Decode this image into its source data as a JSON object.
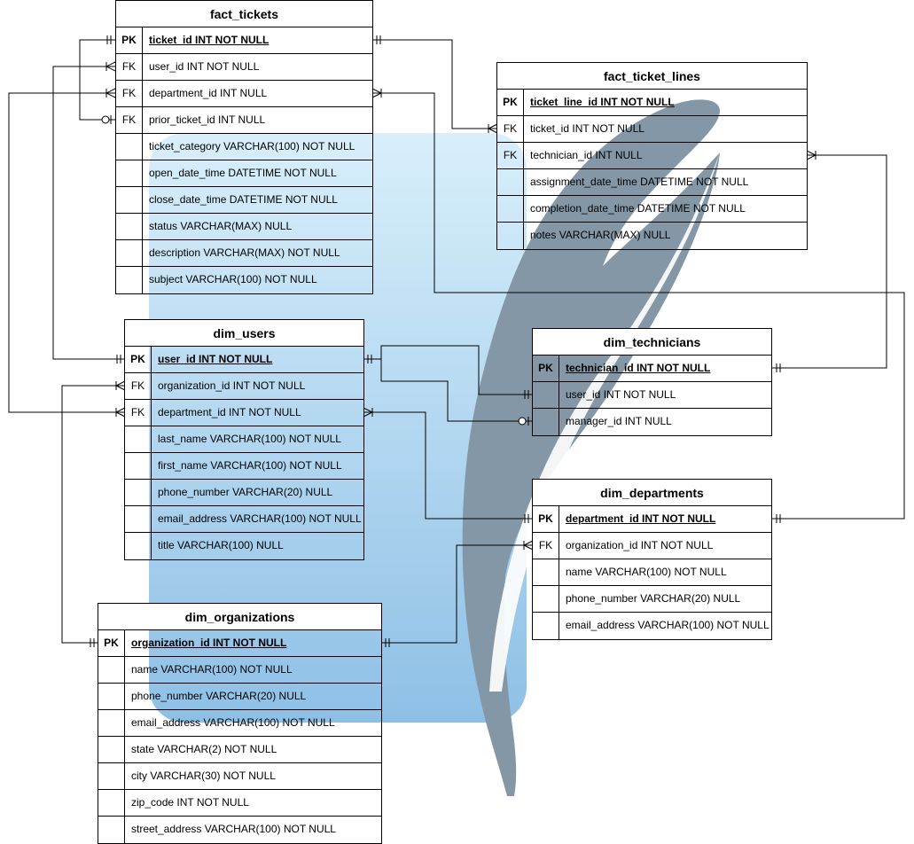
{
  "tables": {
    "fact_tickets": {
      "name": "fact_tickets",
      "rows": [
        {
          "key": "PK",
          "field": "ticket_id INT NOT NULL"
        },
        {
          "key": "FK",
          "field": "user_id INT NOT NULL"
        },
        {
          "key": "FK",
          "field": "department_id INT NULL"
        },
        {
          "key": "FK",
          "field": "prior_ticket_id INT NULL"
        },
        {
          "key": "",
          "field": "ticket_category VARCHAR(100) NOT NULL"
        },
        {
          "key": "",
          "field": "open_date_time DATETIME NOT NULL"
        },
        {
          "key": "",
          "field": "close_date_time DATETIME NOT NULL"
        },
        {
          "key": "",
          "field": "status VARCHAR(MAX) NULL"
        },
        {
          "key": "",
          "field": "description VARCHAR(MAX) NOT NULL"
        },
        {
          "key": "",
          "field": "subject VARCHAR(100) NOT NULL"
        }
      ]
    },
    "fact_ticket_lines": {
      "name": "fact_ticket_lines",
      "rows": [
        {
          "key": "PK",
          "field": "ticket_line_id INT NOT NULL"
        },
        {
          "key": "FK",
          "field": "ticket_id INT NOT NULL"
        },
        {
          "key": "FK",
          "field": "technician_id INT NULL"
        },
        {
          "key": "",
          "field": "assignment_date_time DATETIME NOT NULL"
        },
        {
          "key": "",
          "field": "completion_date_time DATETIME NOT NULL"
        },
        {
          "key": "",
          "field": "notes VARCHAR(MAX) NULL"
        }
      ]
    },
    "dim_users": {
      "name": "dim_users",
      "rows": [
        {
          "key": "PK",
          "field": "user_id INT NOT NULL"
        },
        {
          "key": "FK",
          "field": "organization_id INT NOT NULL"
        },
        {
          "key": "FK",
          "field": "department_id INT NOT NULL"
        },
        {
          "key": "",
          "field": "last_name VARCHAR(100) NOT NULL"
        },
        {
          "key": "",
          "field": "first_name VARCHAR(100) NOT NULL"
        },
        {
          "key": "",
          "field": "phone_number VARCHAR(20) NULL"
        },
        {
          "key": "",
          "field": "email_address VARCHAR(100) NOT NULL"
        },
        {
          "key": "",
          "field": "title VARCHAR(100) NULL"
        }
      ]
    },
    "dim_technicians": {
      "name": "dim_technicians",
      "rows": [
        {
          "key": "PK",
          "field": "technician_id INT NOT NULL"
        },
        {
          "key": "",
          "field": "user_id INT NOT NULL"
        },
        {
          "key": "",
          "field": "manager_id INT NULL"
        }
      ]
    },
    "dim_departments": {
      "name": "dim_departments",
      "rows": [
        {
          "key": "PK",
          "field": "department_id INT NOT NULL"
        },
        {
          "key": "FK",
          "field": "organization_id INT NOT NULL"
        },
        {
          "key": "",
          "field": "name VARCHAR(100) NOT NULL"
        },
        {
          "key": "",
          "field": "phone_number VARCHAR(20) NULL"
        },
        {
          "key": "",
          "field": "email_address VARCHAR(100) NOT NULL"
        }
      ]
    },
    "dim_organizations": {
      "name": "dim_organizations",
      "rows": [
        {
          "key": "PK",
          "field": "organization_id INT NOT NULL"
        },
        {
          "key": "",
          "field": "name VARCHAR(100) NOT NULL"
        },
        {
          "key": "",
          "field": "phone_number VARCHAR(20) NULL"
        },
        {
          "key": "",
          "field": "email_address VARCHAR(100) NOT NULL"
        },
        {
          "key": "",
          "field": "state VARCHAR(2) NOT NULL"
        },
        {
          "key": "",
          "field": "city VARCHAR(30) NOT NULL"
        },
        {
          "key": "",
          "field": "zip_code INT NOT NULL"
        },
        {
          "key": "",
          "field": "street_address VARCHAR(100) NOT NULL"
        }
      ]
    }
  },
  "colors": {
    "logo_box_top": "#d6eefa",
    "logo_box_bottom": "#8fc0e6",
    "feather": "#8297a5",
    "line": "#000000"
  },
  "icons": {
    "background": "feather-logo-icon"
  }
}
